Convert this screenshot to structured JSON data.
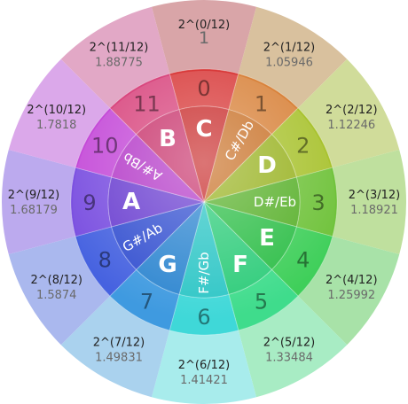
{
  "segments": [
    {
      "semitone": "0",
      "note": "C",
      "expr": "2^(0/12)",
      "value": "1",
      "outer": "#d9a5a8",
      "mid": "#d83a3a",
      "inner": "#c82a2a"
    },
    {
      "semitone": "1",
      "note": "C#/Db",
      "expr": "2^(1/12)",
      "value": "1.05946",
      "outer": "#d9c19e",
      "mid": "#d8823a",
      "inner": "#c87026"
    },
    {
      "semitone": "2",
      "note": "D",
      "expr": "2^(2/12)",
      "value": "1.12246",
      "outer": "#d0dc9a",
      "mid": "#a8c22e",
      "inner": "#98b220"
    },
    {
      "semitone": "3",
      "note": "D#/Eb",
      "expr": "2^(3/12)",
      "value": "1.18921",
      "outer": "#bfe09e",
      "mid": "#6fc23a",
      "inner": "#58b02a"
    },
    {
      "semitone": "4",
      "note": "E",
      "expr": "2^(4/12)",
      "value": "1.25992",
      "outer": "#a8e2a8",
      "mid": "#3fcf5a",
      "inner": "#2ebe48"
    },
    {
      "semitone": "5",
      "note": "F",
      "expr": "2^(5/12)",
      "value": "1.33484",
      "outer": "#a8ecc4",
      "mid": "#3fdc8c",
      "inner": "#2ecc7a"
    },
    {
      "semitone": "6",
      "note": "F#/Gb",
      "expr": "2^(6/12)",
      "value": "1.41421",
      "outer": "#a8ecec",
      "mid": "#3fd8d8",
      "inner": "#2ec6c6"
    },
    {
      "semitone": "7",
      "note": "G",
      "expr": "2^(7/12)",
      "value": "1.49831",
      "outer": "#aad2ee",
      "mid": "#3f9ae0",
      "inner": "#2e86d0"
    },
    {
      "semitone": "8",
      "note": "G#/Ab",
      "expr": "2^(8/12)",
      "value": "1.5874",
      "outer": "#aab8ee",
      "mid": "#4662e0",
      "inner": "#3450d0"
    },
    {
      "semitone": "9",
      "note": "A",
      "expr": "2^(9/12)",
      "value": "1.68179",
      "outer": "#bcaaee",
      "mid": "#7a4fe0",
      "inner": "#6a3ed0"
    },
    {
      "semitone": "10",
      "note": "A#/Bb",
      "expr": "2^(10/12)",
      "value": "1.7818",
      "outer": "#dba8ea",
      "mid": "#c44ad8",
      "inner": "#b43ac8"
    },
    {
      "semitone": "11",
      "note": "B",
      "expr": "2^(11/12)",
      "value": "1.88775",
      "outer": "#e2a8c6",
      "mid": "#d8467e",
      "inner": "#c8346c"
    }
  ]
}
